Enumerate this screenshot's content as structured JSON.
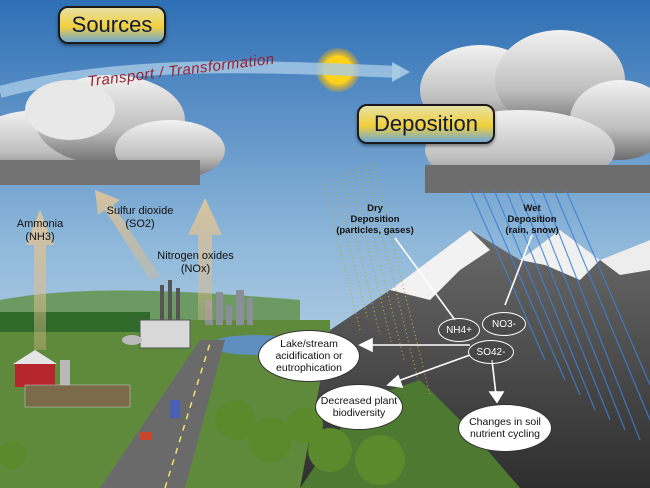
{
  "sources_title": "Sources",
  "deposition_title": "Deposition",
  "transport_label": "Transport / Transformation",
  "emissions": {
    "ammonia": "Ammonia",
    "ammonia_formula": "(NH3)",
    "sulfur": "Sulfur dioxide",
    "sulfur_formula": "(SO2)",
    "nitrogen": "Nitrogen oxides",
    "nitrogen_formula": "(NOx)"
  },
  "dry_deposition": {
    "title": "Dry",
    "title2": "Deposition",
    "detail": "(particles, gases)"
  },
  "wet_deposition": {
    "title": "Wet",
    "title2": "Deposition",
    "detail": "(rain, snow)"
  },
  "ions": {
    "nh4": "NH4+",
    "no3": "NO3-",
    "so4": "SO42-"
  },
  "effects": {
    "lake": "Lake/stream acidification or eutrophication",
    "biodiversity": "Decreased plant biodiversity",
    "soil": "Changes in soil nutrient cycling"
  },
  "colors": {
    "sky_top": "#3f7fc0",
    "sky_bottom": "#c9dcea",
    "transport_text": "#9a1f2e",
    "arrow_fill": "#d9b887"
  }
}
